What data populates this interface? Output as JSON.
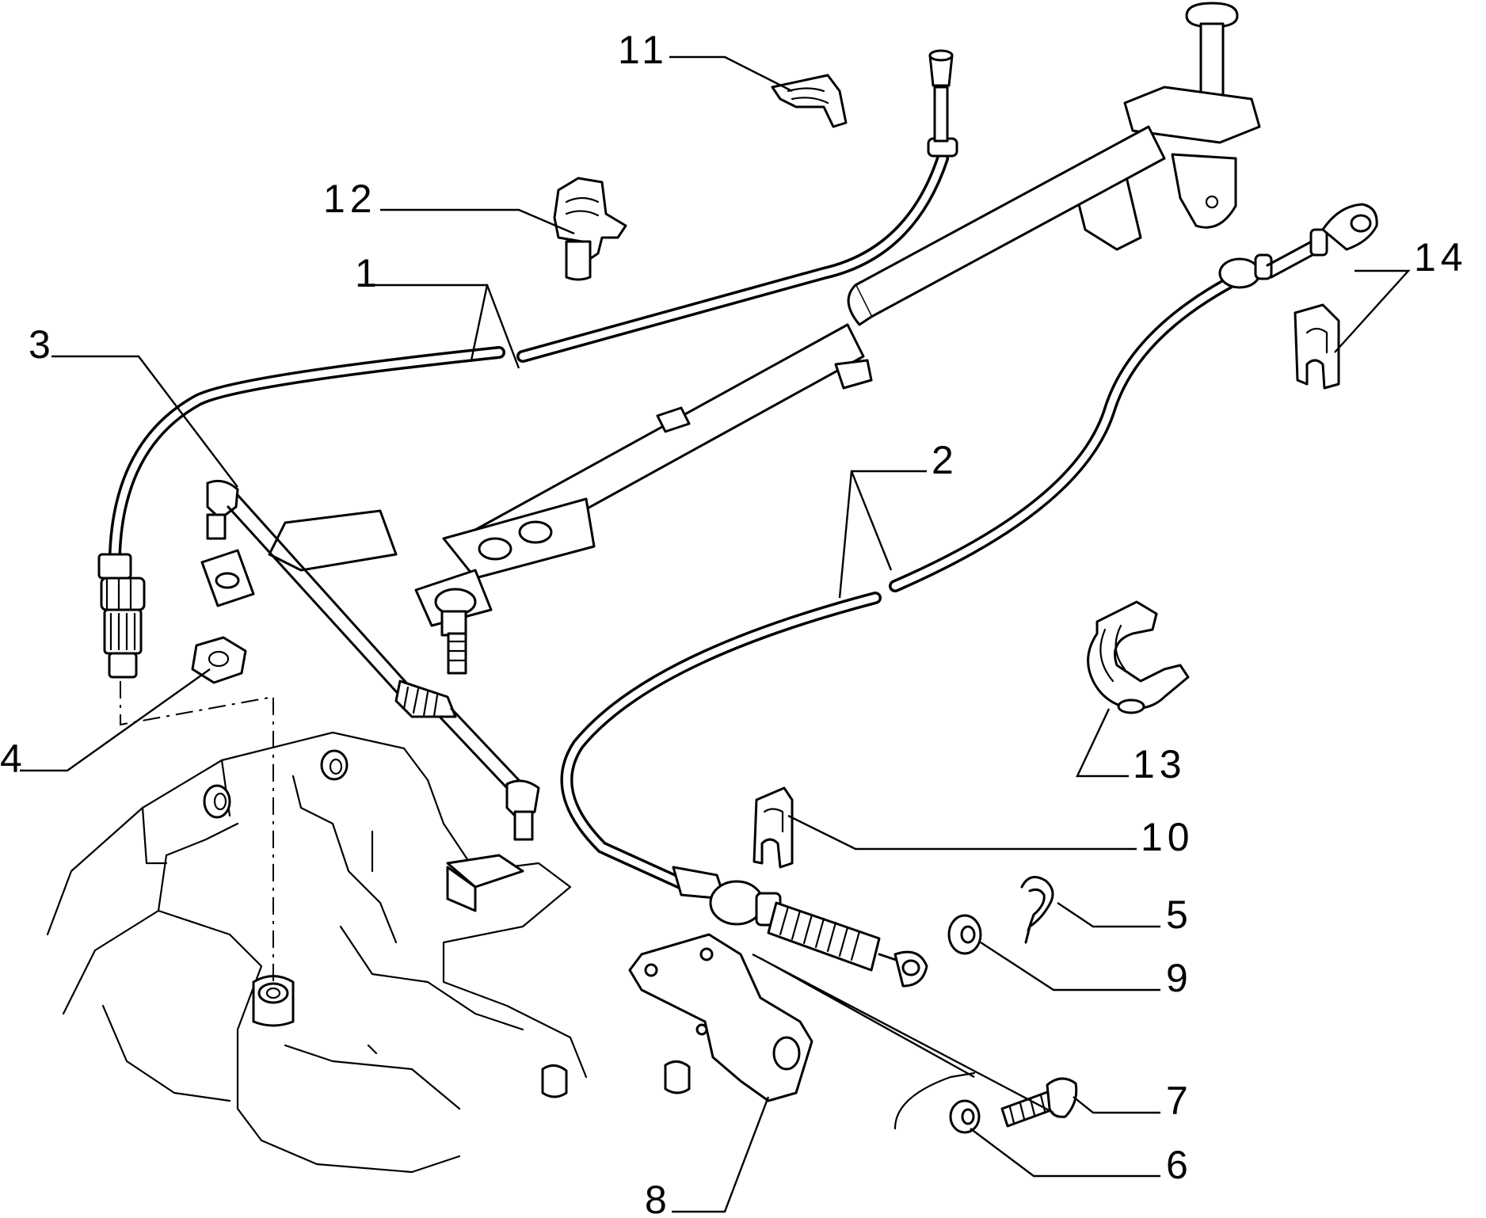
{
  "labels": {
    "p1": "1",
    "p2": "2",
    "p3": "3",
    "p4": "4",
    "p5": "5",
    "p6": "6",
    "p7": "7",
    "p8": "8",
    "p9": "9",
    "p10": "10",
    "p11": "11",
    "p12": "12",
    "p13": "13",
    "p14": "14"
  }
}
